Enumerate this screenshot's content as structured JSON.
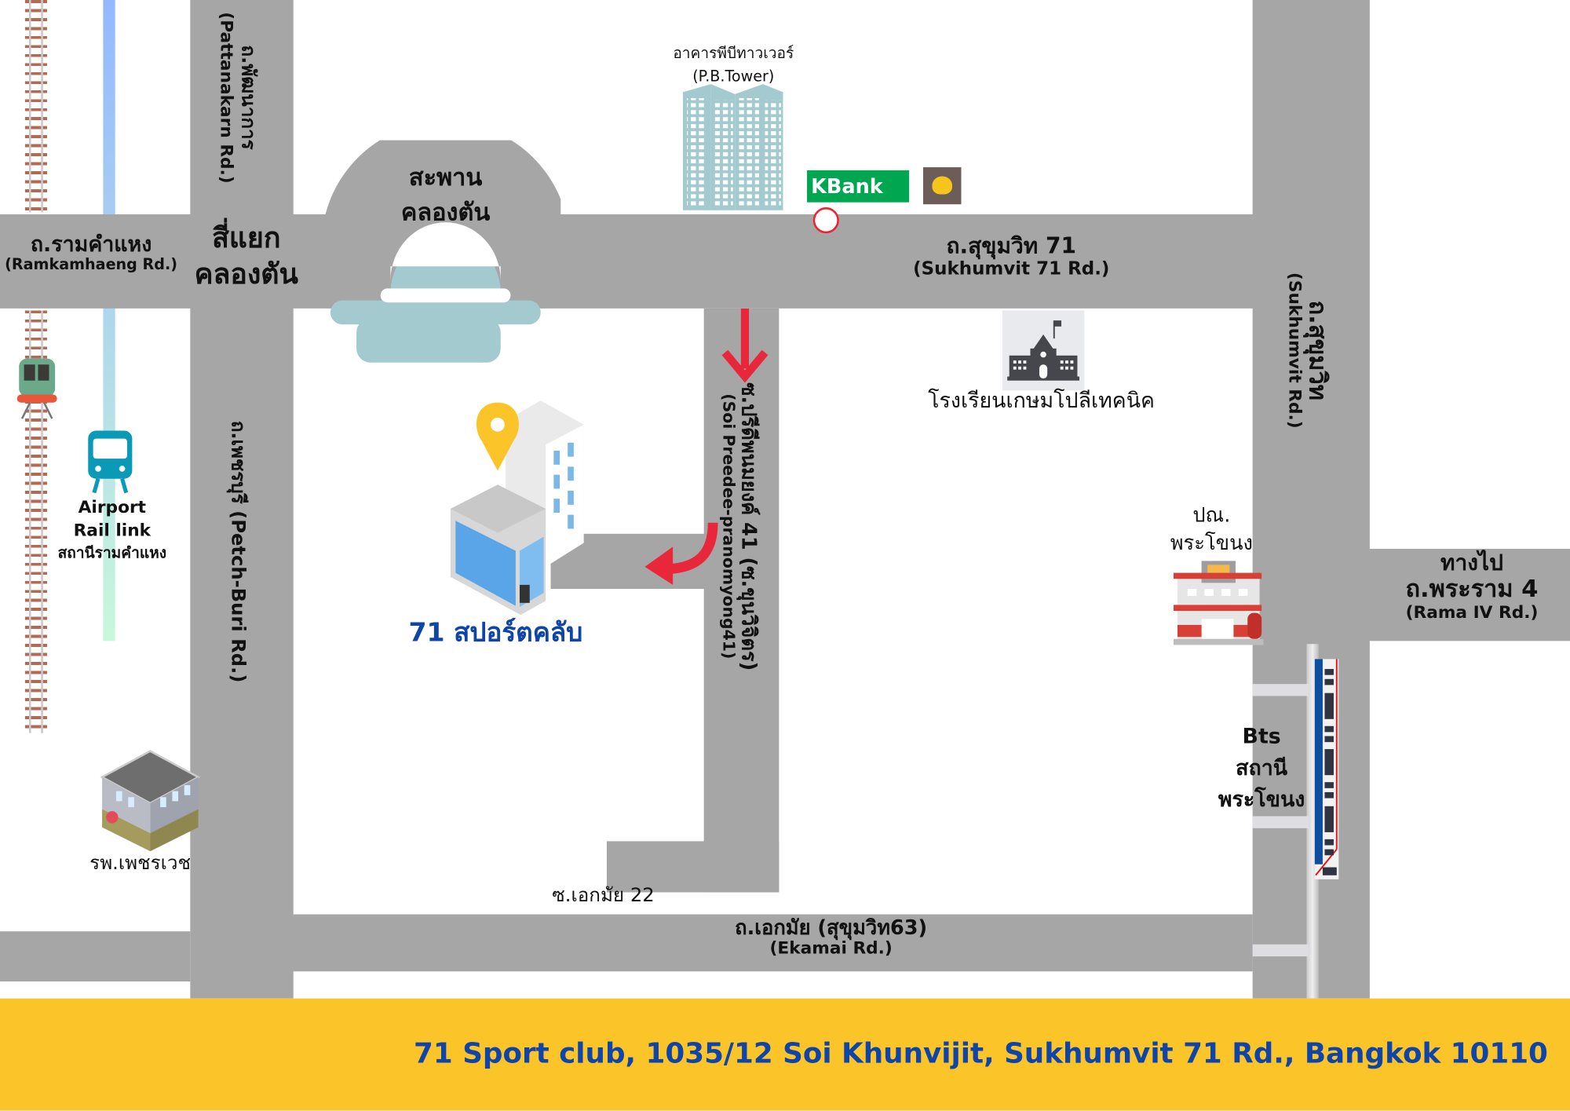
{
  "colors": {
    "road": "#a6a6a6",
    "water": "#a3cbcf",
    "footer": "#fbc52a",
    "footer_text": "#0f45a8",
    "arrow": "#e8273a",
    "club_text": "#0f45a8"
  },
  "roads": {
    "pattanakarn": {
      "th": "ถ.พัฒนาการ",
      "en": "(Pattanakarn Rd.)"
    },
    "ramkhamhaeng": {
      "th": "ถ.รามคำแหง",
      "en": "(Ramkamhaeng Rd.)"
    },
    "intersection": {
      "line1": "สี่แยก",
      "line2": "คลองตัน"
    },
    "bridge": {
      "line1": "สะพาน",
      "line2": "คลองตัน"
    },
    "sukhumvit71": {
      "th": "ถ.สุขุมวิท 71",
      "en": "(Sukhumvit 71 Rd.)"
    },
    "sukhumvit": {
      "th": "ถ.สุขุมวิท",
      "en": "(Sukhumvit Rd.)"
    },
    "petchburi": {
      "label": "ถ.เพชรบุรี (Petch-Buri Rd.)"
    },
    "soi_preedee": {
      "th": "ซ.ปรีดีพนมยงค์ 41 (ซ.ขุนวิจิตร)",
      "en": "(Soi Preedee-pranomyong41)"
    },
    "rama4": {
      "line1": "ทางไป",
      "line2": "ถ.พระราม 4",
      "en": "(Rama IV Rd.)"
    },
    "ekamai": {
      "th": "ถ.เอกมัย (สุขุมวิท63)",
      "en": "(Ekamai Rd.)"
    },
    "ekamai22": {
      "label": "ซ.เอกมัย 22"
    }
  },
  "landmarks": {
    "pb_tower": {
      "th": "อาคารพีบีทาวเวอร์",
      "en": "(P.B.Tower)"
    },
    "kbank": {
      "label": "KBank"
    },
    "school": {
      "label": "โรงเรียนเกษมโปลีเทคนิค"
    },
    "post_office": {
      "line1": "ปณ.",
      "line2": "พระโขนง"
    },
    "bts": {
      "line1": "Bts",
      "line2": "สถานี",
      "line3": "พระโขนง"
    },
    "airport_link": {
      "line1": "Airport",
      "line2": "Rail link",
      "line3": "สถานีรามคำแหง"
    },
    "hospital": {
      "label": "รพ.เพชรเวช"
    },
    "club": {
      "label": "71 สปอร์ตคลับ"
    }
  },
  "footer": {
    "address": "71 Sport club, 1035/12 Soi Khunvijit, Sukhumvit 71 Rd., Bangkok 10110"
  }
}
